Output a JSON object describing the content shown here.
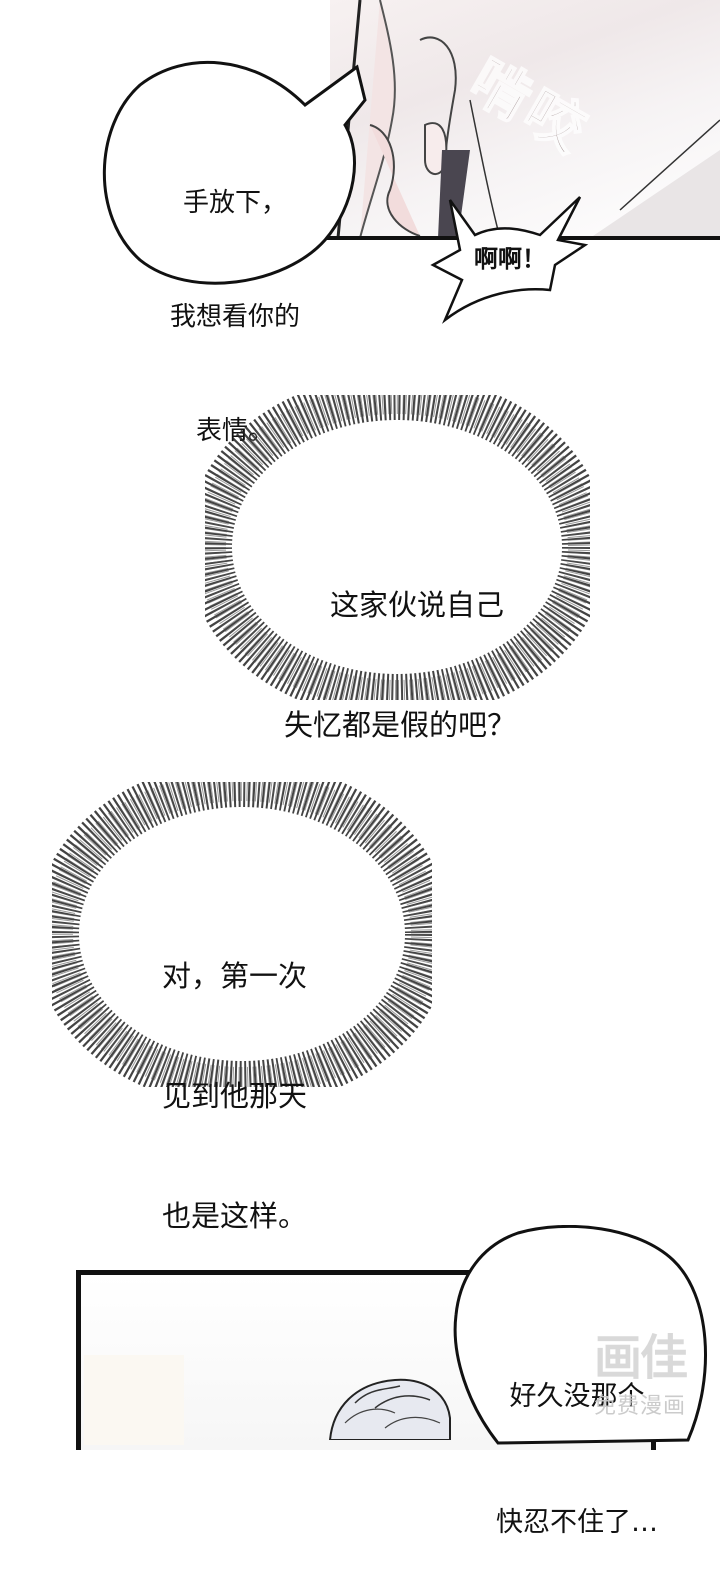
{
  "page": {
    "type": "webtoon-comic-strip",
    "background": "#ffffff"
  },
  "panels": [
    {
      "id": "panel-1",
      "description": "close-up of character covering face with hand",
      "sound_effect": "啃咬",
      "sfx_color": "#8a7777",
      "bubbles": [
        {
          "id": "speech-1",
          "shape": "round",
          "lines": [
            "手放下，",
            "我想看你的",
            "表情。"
          ]
        },
        {
          "id": "shout-1",
          "shape": "spiky",
          "lines": [
            "啊啊！"
          ]
        }
      ]
    },
    {
      "id": "thought-1",
      "shape": "radiating-lines",
      "lines": [
        "这家伙说自己",
        "失忆都是假的吧？"
      ]
    },
    {
      "id": "thought-2",
      "shape": "radiating-lines",
      "lines": [
        "对，第一次",
        "见到他那天",
        "也是这样。"
      ]
    },
    {
      "id": "panel-2",
      "description": "white-haired character at bottom of frame",
      "bubbles": [
        {
          "id": "speech-2",
          "shape": "round",
          "lines": [
            "好久没那个",
            "快忍不住了…"
          ]
        }
      ]
    }
  ],
  "watermark": {
    "logo_text": "画佳",
    "caption": "免费漫画"
  }
}
